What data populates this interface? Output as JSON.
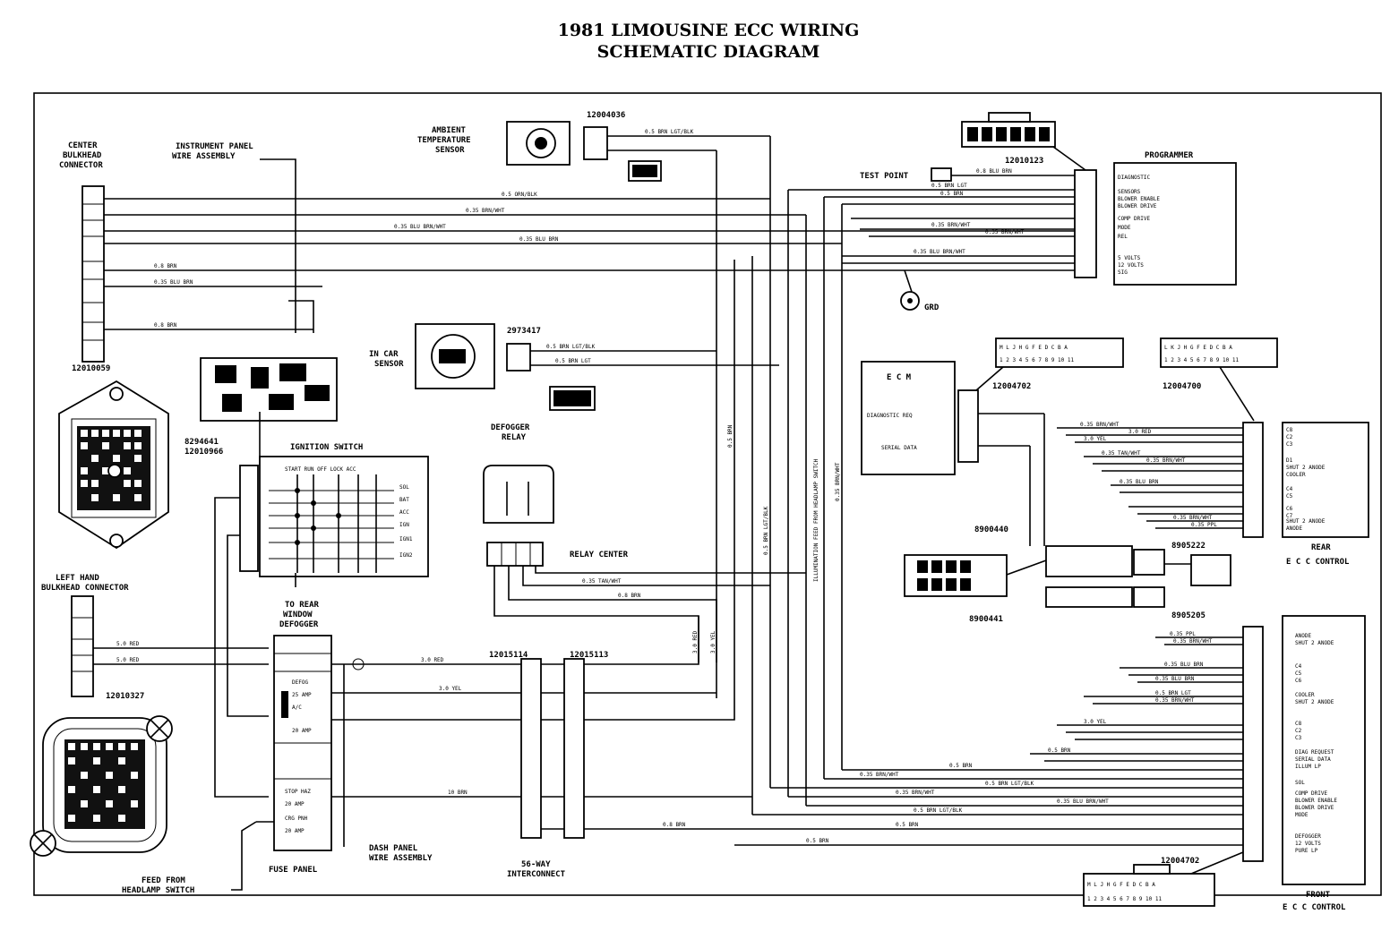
{
  "title": {
    "line1": "1981 LIMOUSINE ECC WIRING",
    "line2": "SCHEMATIC DIAGRAM"
  },
  "labels": {
    "center_bulkhead": [
      "CENTER",
      "BULKHEAD",
      "CONNECTOR"
    ],
    "instrument_panel": [
      "INSTRUMENT PANEL",
      "WIRE ASSEMBLY"
    ],
    "ambient_sensor": [
      "AMBIENT",
      "TEMPERATURE",
      "SENSOR"
    ],
    "ambient_part": "12004036",
    "test_point": "TEST POINT",
    "programmer_part": "12010123",
    "programmer": "PROGRAMMER",
    "grd": "GRD",
    "center_bulkhead_part": "12010059",
    "in_car_sensor": [
      "IN CAR",
      "SENSOR"
    ],
    "in_car_part": "2973417",
    "ecm": "E C M",
    "ecm_pins": [
      "DIAGNOSTIC REQ",
      "SERIAL DATA"
    ],
    "connector_12004702": "12004702",
    "connector_12004700": "12004700",
    "rear_ecc": [
      "REAR",
      "E C C CONTROL"
    ],
    "front_ecc": [
      "FRONT",
      "E C C CONTROL"
    ],
    "relay_part": [
      "8294641",
      "12010966"
    ],
    "ignition_switch": "IGNITION SWITCH",
    "ign_positions": "START RUN OFF LOCK ACC",
    "ign_outputs": [
      "SOL",
      "BAT",
      "ACC",
      "IGN",
      "IGN1",
      "IGN2"
    ],
    "defogger_relay": [
      "DEFOGGER",
      "RELAY"
    ],
    "relay_center": "RELAY CENTER",
    "left_bulkhead": [
      "LEFT HAND",
      "BULKHEAD CONNECTOR"
    ],
    "left_bulkhead_part": "12010327",
    "to_rear_window": [
      "TO REAR",
      "WINDOW",
      "DEFOGGER"
    ],
    "fuse_panel": "FUSE PANEL",
    "fuses": [
      "DEFOG",
      "25 AMP",
      "A/C",
      "20 AMP",
      "STOP HAZ",
      "20 AMP",
      "CRG PNH",
      "20 AMP"
    ],
    "dash_panel": [
      "DASH PANEL",
      "WIRE ASSEMBLY"
    ],
    "interconnect_parts": [
      "12015114",
      "12015113"
    ],
    "interconnect": [
      "56-WAY",
      "INTERCONNECT"
    ],
    "feed_from": [
      "FEED FROM",
      "HEADLAMP SWITCH"
    ],
    "conn_8900440": "8900440",
    "conn_8900441": "8900441",
    "conn_8905222": "8905222",
    "conn_8905205": "8905205",
    "illumination": "ILLUMINATION FEED FROM HEADLAMP SWITCH",
    "pin_rows": {
      "row_a": "M L J H G F E D C B A",
      "row_b": "1 2 3 4 5 6 7 8 9 10 11",
      "row_c": "L K J H G F E D C B A",
      "row_d": "1 2 3 4 5 6 7 8 9 10 11"
    }
  },
  "wires": {
    "w1": "0.5 ORN/BLK",
    "w2": "0.35 BRN/WHT",
    "w3": "0.35 BLU BRN/WHT",
    "w4": "0.8 BRN",
    "w5": "0.35 BLU BRN",
    "w6": "0.8 BRN",
    "w7": "0.5 BRN LGT/BLK",
    "w8": "0.5 BRN",
    "w9": "0.8 BLU BRN",
    "w10": "0.5 BRN LGT",
    "w11": "0.35 BRN/WHT",
    "w12": "3.0 RED",
    "w13": "3.0 YEL",
    "w14": "5.0 RED",
    "w15": "10 BRN",
    "w16": "0.8 BRN",
    "w17": "0.35 TAN/WHT",
    "w18": "0.35 PPL"
  },
  "programmer_pins": [
    "DIAGNOSTIC",
    "SENSORS",
    "BLOWER ENABLE",
    "BLOWER DRIVE",
    "COMP DRIVE",
    "MODE",
    "REL",
    "5 VOLTS",
    "12 VOLTS",
    "SIG"
  ],
  "rear_pins": [
    "C8",
    "C2",
    "C3",
    "D1",
    "SHUT 2 ANODE",
    "COOLER",
    "C4",
    "C5",
    "C6",
    "C7",
    "SHUT 2 ANODE",
    "ANODE"
  ],
  "front_pins": [
    "ANODE",
    "SHUT 2 ANODE",
    "C4",
    "C5",
    "C6",
    "COOLER",
    "SHUT 2 ANODE",
    "C8",
    "C2",
    "C3",
    "DIAG REQUEST",
    "SERIAL DATA",
    "ILLUM LP",
    "SOL",
    "COMP DRIVE",
    "BLOWER ENABLE",
    "BLOWER DRIVE",
    "MODE",
    "DEFOGGER",
    "12 VOLTS",
    "PURE LP"
  ]
}
